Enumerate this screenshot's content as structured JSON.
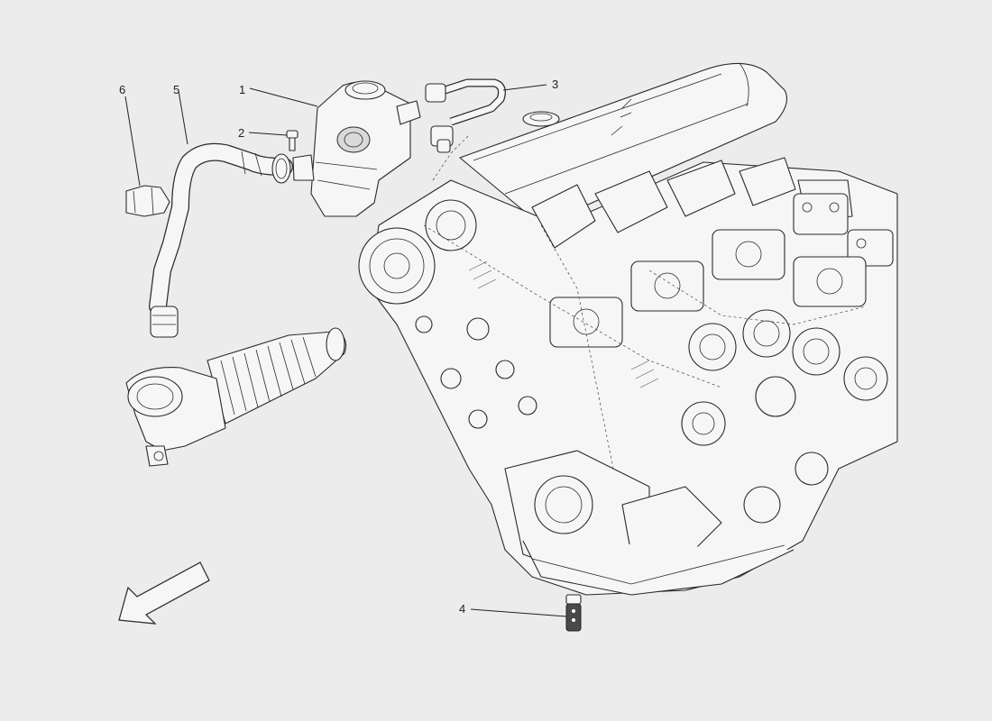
{
  "diagram": {
    "callouts": [
      {
        "id": "1",
        "label": "1"
      },
      {
        "id": "2",
        "label": "2"
      },
      {
        "id": "3",
        "label": "3"
      },
      {
        "id": "4",
        "label": "4"
      },
      {
        "id": "5",
        "label": "5"
      },
      {
        "id": "6",
        "label": "6"
      }
    ],
    "orientation_arrow": "arrow-down-left-icon"
  }
}
